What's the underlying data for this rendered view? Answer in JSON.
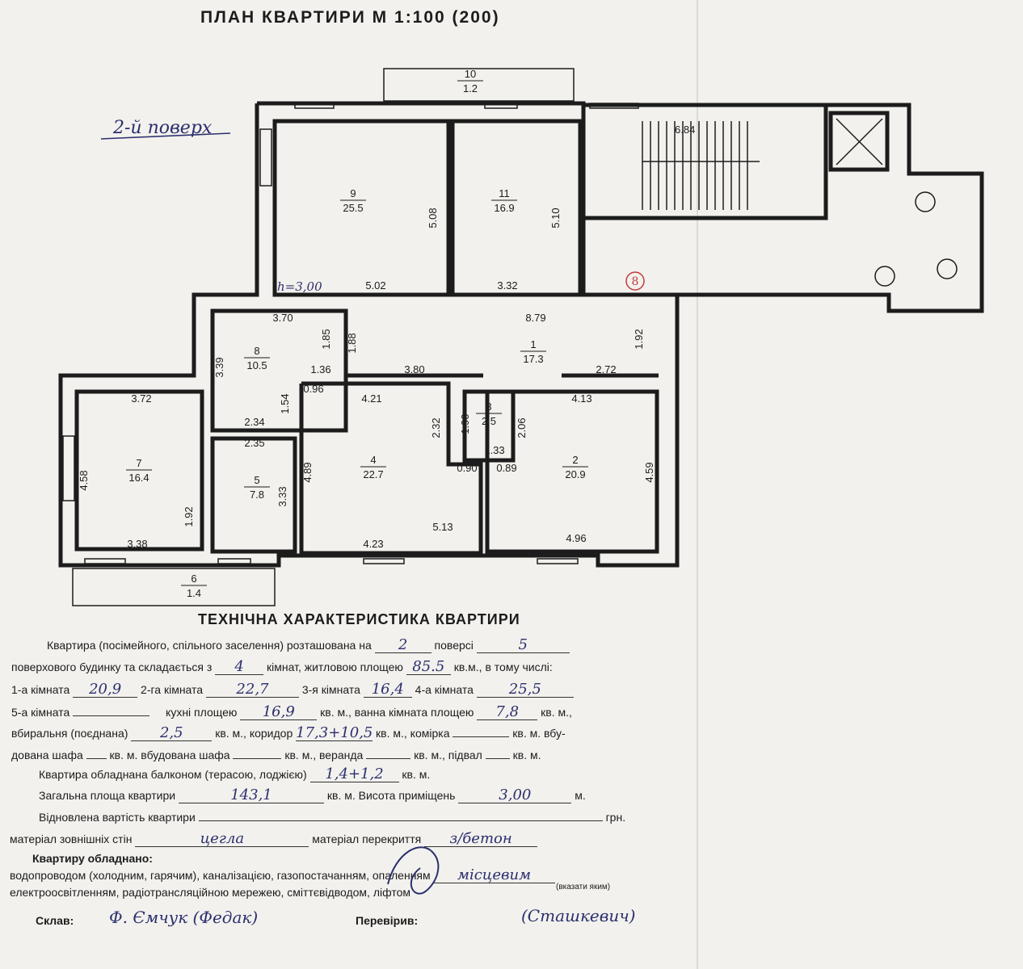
{
  "title": "ПЛАН КВАРТИРИ М 1:100 (200)",
  "floor_note": "2-й поверх",
  "height_note": "h=3,00",
  "apartment_marker": "8",
  "stair_label": "6.84",
  "rooms": [
    {
      "num": "1",
      "area": "17.3"
    },
    {
      "num": "2",
      "area": "20.9"
    },
    {
      "num": "3",
      "area": "2.5"
    },
    {
      "num": "4",
      "area": "22.7"
    },
    {
      "num": "5",
      "area": "7.8"
    },
    {
      "num": "6",
      "area": "1.4"
    },
    {
      "num": "7",
      "area": "16.4"
    },
    {
      "num": "8",
      "area": "10.5"
    },
    {
      "num": "9",
      "area": "25.5"
    },
    {
      "num": "10",
      "area": "1.2"
    },
    {
      "num": "11",
      "area": "16.9"
    }
  ],
  "dimensions": [
    "5.08",
    "5.10",
    "5.02",
    "3.32",
    "3.70",
    "8.79",
    "1.85",
    "1.88",
    "1.92",
    "3.39",
    "1.36",
    "3.80",
    "2.72",
    "0.96",
    "4.21",
    "3.72",
    "2.34",
    "1.54",
    "2.32",
    "1.90",
    "2.06",
    "4.13",
    "2.35",
    "4.58",
    "4.89",
    "3.33",
    "1.33",
    "0.90",
    "0.89",
    "4.59",
    "1.92",
    "3.38",
    "4.23",
    "5.13",
    "4.96"
  ],
  "tech": {
    "heading": "ТЕХНІЧНА ХАРАКТЕРИСТИКА КВАРТИРИ",
    "l1a": "Квартира (посімейного, спільного заселення) розташована на",
    "floor": "2",
    "l1b": "поверсі",
    "floors_total": "5",
    "l2a": "поверхового будинку та складається з",
    "rooms_count": "4",
    "l2b": "кімнат, житловою площею",
    "living_area": "85.5",
    "l2c": "кв.м., в тому числі:",
    "r1_label": "1-а кімната",
    "r1": "20,9",
    "r2_label": "2-га кімната",
    "r2": "22,7",
    "r3_label": "3-я кімната",
    "r3": "16,4",
    "r4_label": "4-а кімната",
    "r4": "25,5",
    "r5_label": "5-а кімната",
    "l4b": "кухні площею",
    "kitchen": "16,9",
    "l4c": "кв. м., ванна кімната площею",
    "bath": "7,8",
    "l4d": "кв. м.,",
    "l5a": "вбиральня (поєднана)",
    "wc": "2,5",
    "l5b": "кв. м., коридор",
    "corridor": "17,3+10,5",
    "l5c": "кв. м., комірка",
    "l5d": "кв. м. вбу-",
    "l6a": "дована шафа",
    "l6b": "кв. м. вбудована шафа",
    "l6c": "кв. м., веранда",
    "l6d": "кв. м., підвал",
    "l6e": "кв. м.",
    "l7a": "Квартира обладнана балконом (терасою, лоджією)",
    "balcony": "1,4+1,2",
    "l7b": "кв. м.",
    "l8a": "Загальна площа квартири",
    "total_area": "143,1",
    "l8b": "кв. м. Висота приміщень",
    "height": "3,00",
    "l8c": "м.",
    "l9a": "Відновлена вартість квартири",
    "l9b": "грн.",
    "l10a": "матеріал зовнішніх стін",
    "walls": "цегла",
    "l10b": "матеріал перекриття",
    "ceiling": "з/бетон",
    "l11": "Квартиру обладнано:",
    "l12a": "водопроводом (холодним, гарячим), каналізацією, газопостачанням, опаленням",
    "heating": "місцевим",
    "note": "(вказати яким)",
    "l13": "електроосвітленням, радіотрансляційною мережею, сміттєвідводом, ліфтом",
    "composed_label": "Склав:",
    "composed_sig": "Ф. Ємчук (Федак)",
    "checked_label": "Перевірив:",
    "checked_sig": "(Сташкевич)"
  }
}
